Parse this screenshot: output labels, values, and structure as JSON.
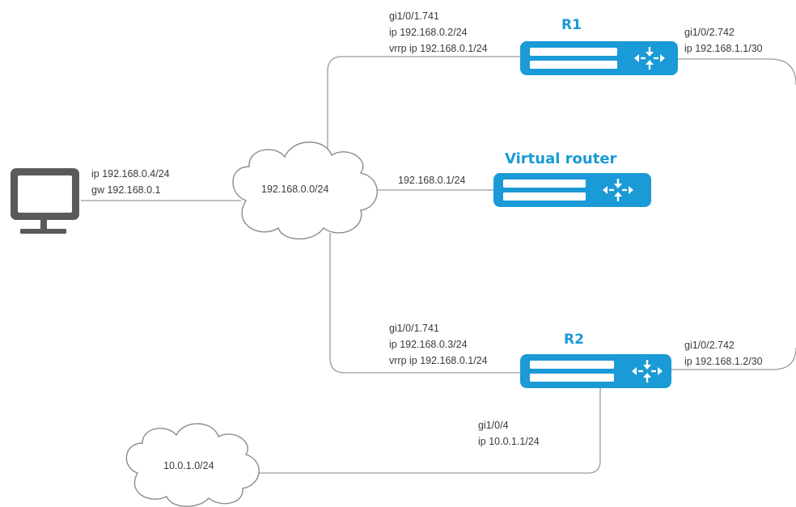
{
  "colors": {
    "router_fill": "#1a9ad6",
    "title": "#1a9ad6",
    "line": "#9a9a9a",
    "cloud_stroke": "#8c8c8c",
    "pc": "#5a5a5a"
  },
  "nodes": {
    "pc": {
      "icon": "monitor-icon",
      "ip": "ip 192.168.0.4/24",
      "gw": "gw 192.168.0.1"
    },
    "lan_cloud": {
      "icon": "cloud-icon",
      "label": "192.168.0.0/24"
    },
    "remote_cloud": {
      "icon": "cloud-icon",
      "label": "10.0.1.0/24"
    },
    "r1": {
      "title": "R1",
      "icon": "router-icon",
      "left": {
        "iface": "gi1/0/1.741",
        "ip": "ip 192.168.0.2/24",
        "vrrp": "vrrp ip 192.168.0.1/24"
      },
      "right": {
        "iface": "gi1/0/2.742",
        "ip": "ip 192.168.1.1/30"
      }
    },
    "virtual_router": {
      "title": "Virtual router",
      "icon": "router-icon",
      "ip": "192.168.0.1/24"
    },
    "r2": {
      "title": "R2",
      "icon": "router-icon",
      "left": {
        "iface": "gi1/0/1.741",
        "ip": "ip 192.168.0.3/24",
        "vrrp": "vrrp ip 192.168.0.1/24"
      },
      "right": {
        "iface": "gi1/0/2.742",
        "ip": "ip 192.168.1.2/30"
      },
      "bottom": {
        "iface": "gi1/0/4",
        "ip": "ip 10.0.1.1/24"
      }
    }
  }
}
